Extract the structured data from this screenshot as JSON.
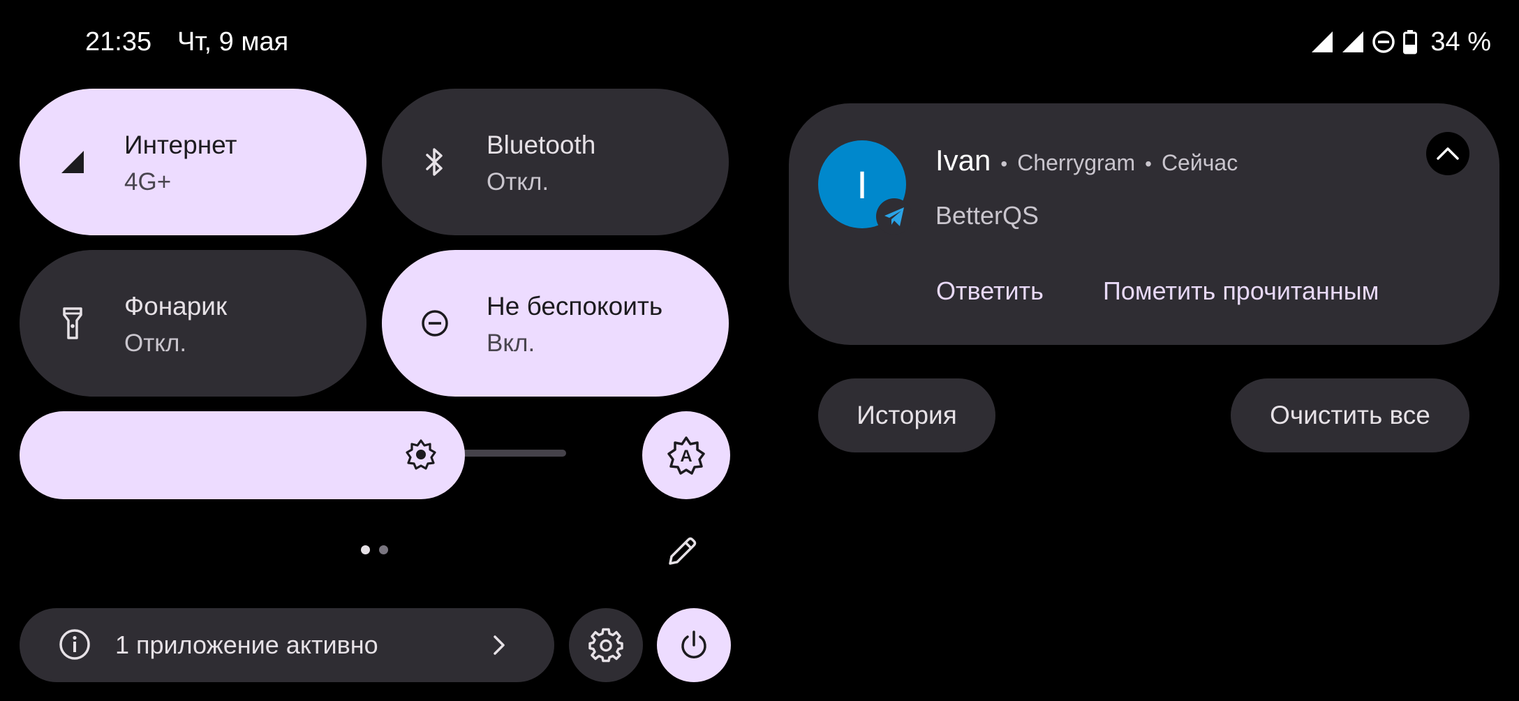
{
  "status_bar": {
    "time": "21:35",
    "date": "Чт, 9 мая",
    "battery_percent": "34 %",
    "icons": [
      "signal-icon",
      "signal-icon",
      "dnd-icon",
      "battery-icon"
    ]
  },
  "quick_settings": {
    "tiles": [
      {
        "title": "Интернет",
        "subtitle": "4G+",
        "state": "on",
        "icon": "cell-signal-icon"
      },
      {
        "title": "Bluetooth",
        "subtitle": "Откл.",
        "state": "off",
        "icon": "bluetooth-icon"
      },
      {
        "title": "Фонарик",
        "subtitle": "Откл.",
        "state": "off",
        "icon": "flashlight-icon"
      },
      {
        "title": "Не беспокоить",
        "subtitle": "Вкл.",
        "state": "on",
        "icon": "dnd-icon"
      }
    ],
    "brightness": {
      "level": 0.79,
      "icon": "brightness-icon",
      "auto_icon": "auto-brightness-icon"
    },
    "page_indicator": {
      "pages": 2,
      "current": 1
    }
  },
  "footer": {
    "active_apps_text": "1 приложение активно",
    "info_icon": "info-icon",
    "chevron_icon": "chevron-right-icon",
    "settings_icon": "gear-icon",
    "power_icon": "power-icon"
  },
  "notification": {
    "avatar_letter": "I",
    "sender": "Ivan",
    "app": "Cherrygram",
    "time": "Сейчас",
    "message": "BetterQS",
    "actions": [
      "Ответить",
      "Пометить прочитанным"
    ],
    "app_badge_icon": "telegram-icon"
  },
  "notification_buttons": {
    "history": "История",
    "clear_all": "Очистить все"
  },
  "colors": {
    "background": "#000000",
    "tile_on": "#eddcff",
    "tile_off": "#2f2d33",
    "avatar": "#0088cc",
    "telegram_blue": "#2aa3e6"
  }
}
